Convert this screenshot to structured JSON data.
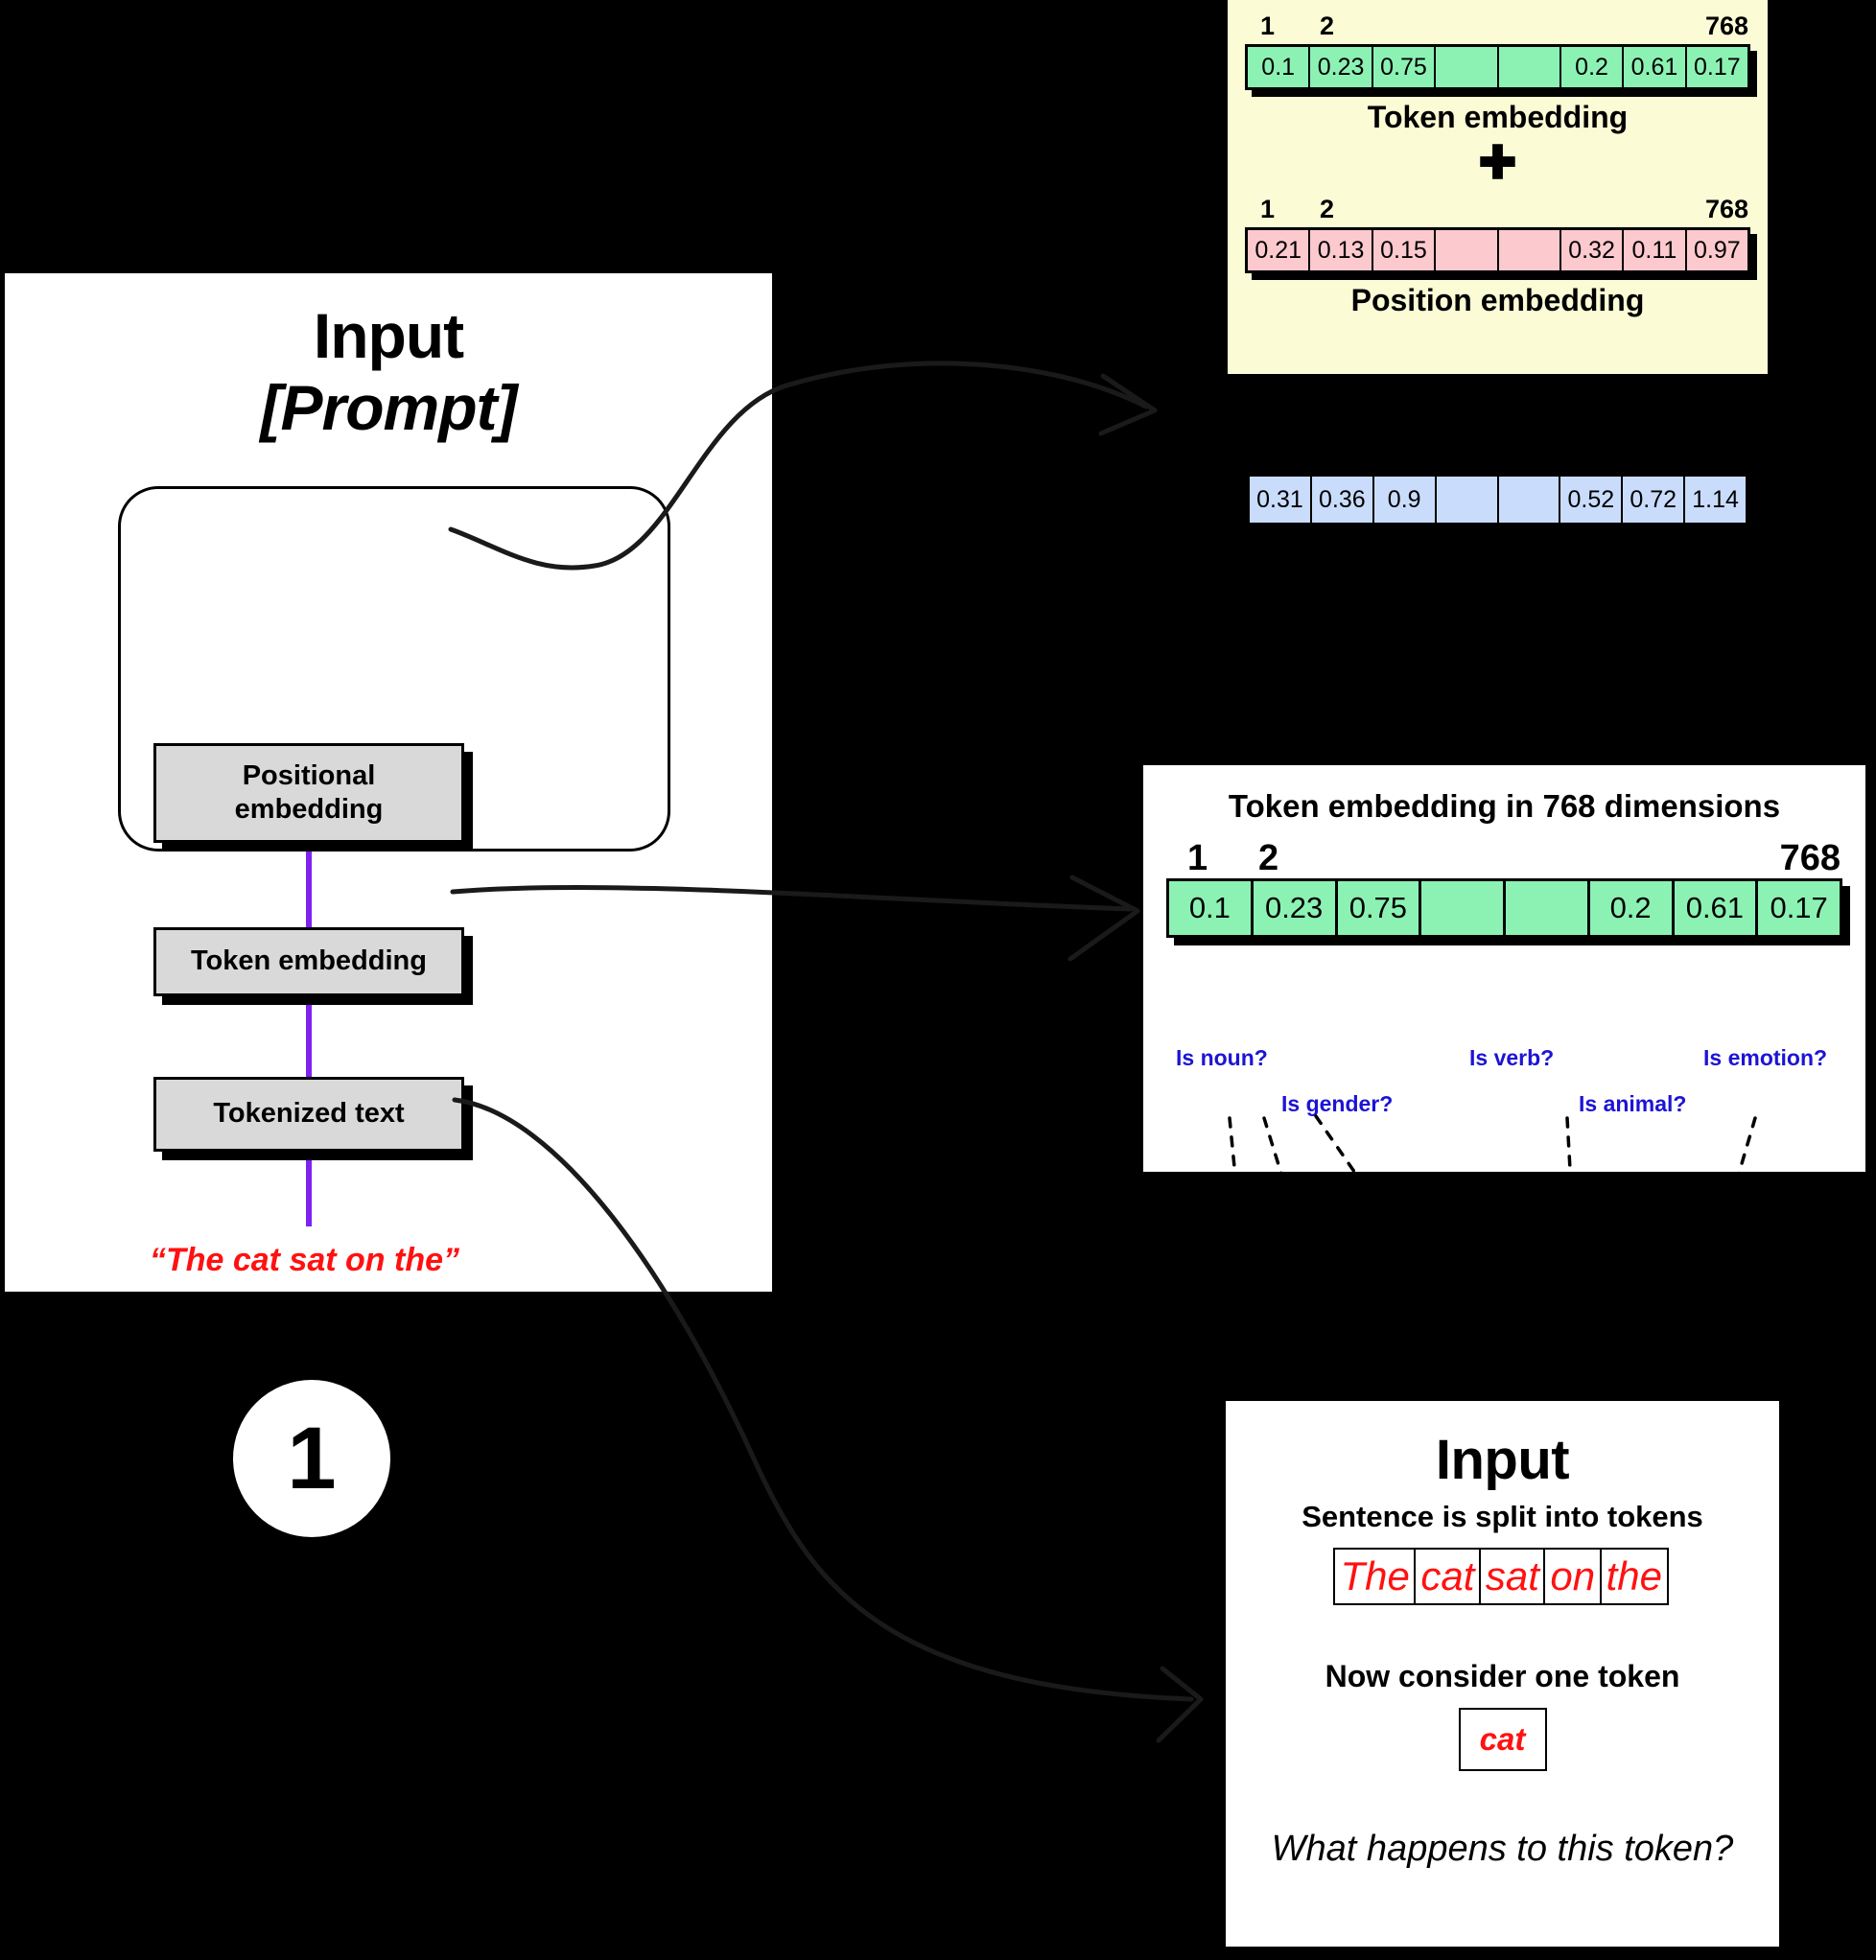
{
  "left_panel": {
    "title_line1": "Input",
    "title_line2": "[Prompt]",
    "blocks": [
      {
        "label": "Positional\nembedding",
        "name": "positional-embedding"
      },
      {
        "label": "Token embedding",
        "name": "token-embedding"
      },
      {
        "label": "Tokenized text",
        "name": "tokenized-text"
      }
    ],
    "block_positional_line1": "Positional",
    "block_positional_line2": "embedding",
    "block_token": "Token embedding",
    "block_tokenized": "Tokenized text",
    "prompt_text": "“The cat sat on the”",
    "step_number": "1"
  },
  "yellow_panel": {
    "token_row": {
      "index_first": "1",
      "index_second": "2",
      "index_last": "768",
      "values": [
        "0.1",
        "0.23",
        "0.75",
        "",
        "",
        "0.2",
        "0.61",
        "0.17"
      ],
      "caption": "Token embedding",
      "color": "#8cf2b4"
    },
    "operator": "✚",
    "position_row": {
      "index_first": "1",
      "index_second": "2",
      "index_last": "768",
      "values": [
        "0.21",
        "0.13",
        "0.15",
        "",
        "",
        "0.32",
        "0.11",
        "0.97"
      ],
      "caption": "Position embedding",
      "color": "#fbc9ce"
    },
    "background": "#fbfbd5"
  },
  "sum_row": {
    "values": [
      "0.31",
      "0.36",
      "0.9",
      "",
      "",
      "0.52",
      "0.72",
      "1.14"
    ],
    "color": "#cadcfb"
  },
  "dims_panel": {
    "title": "Token embedding in 768 dimensions",
    "index_first": "1",
    "index_second": "2",
    "index_last": "768",
    "values": [
      "0.1",
      "0.23",
      "0.75",
      "",
      "",
      "0.2",
      "0.61",
      "0.17"
    ],
    "color": "#8cf2b4",
    "labels": [
      {
        "text": "Is noun?",
        "name": "dim-label-is-noun"
      },
      {
        "text": "Is gender?",
        "name": "dim-label-is-gender"
      },
      {
        "text": "Is verb?",
        "name": "dim-label-is-verb"
      },
      {
        "text": "Is animal?",
        "name": "dim-label-is-animal"
      },
      {
        "text": "Is emotion?",
        "name": "dim-label-is-emotion"
      }
    ],
    "label_color": "#1c14d4"
  },
  "input_panel": {
    "title": "Input",
    "subtitle_1": "Sentence is split into tokens",
    "tokens": [
      "The",
      "cat",
      "sat",
      "on",
      "the"
    ],
    "subtitle_2": "Now consider one token",
    "single_token": "cat",
    "question": "What happens to this token?",
    "token_color": "#ff1111"
  },
  "colors": {
    "background": "#000000",
    "panel": "#ffffff",
    "yellow": "#fbfbd5",
    "green": "#8cf2b4",
    "pink": "#fbc9ce",
    "blue": "#cadcfb",
    "purple_line": "#7f22f0",
    "red_text": "#ff1111",
    "blue_text": "#1c14d4",
    "box_fill": "#d9d9d9"
  }
}
